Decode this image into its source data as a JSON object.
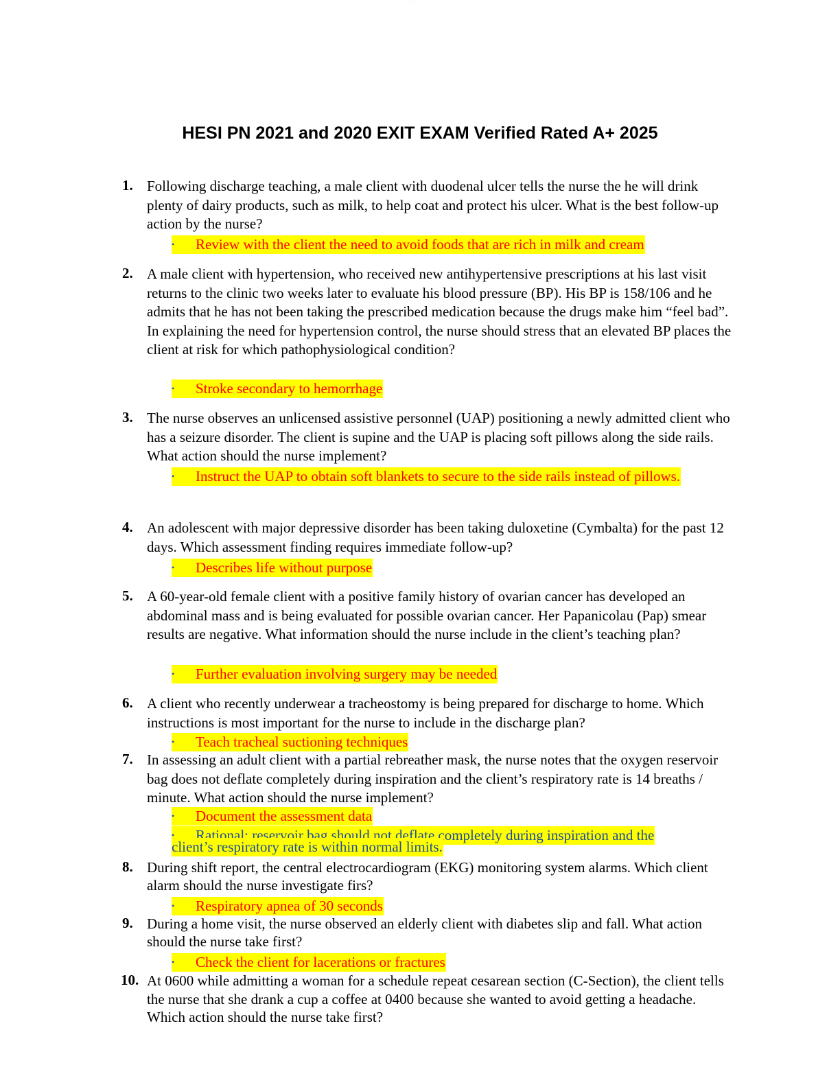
{
  "document": {
    "title": "HESI PN 2021 and 2020 EXIT EXAM Verified Rated A+ 2025",
    "questions": [
      {
        "num": "1.",
        "text": " Following discharge teaching, a male client with duodenal ulcer tells the nurse the he will drink plenty of dairy products, such as milk, to help coat and protect his ulcer. What is the best follow-up action by the nurse?",
        "answer": "Review with the client the need to avoid foods that are rich in milk and cream"
      },
      {
        "num": "2.",
        "text": "A male client with hypertension, who received new antihypertensive prescriptions at his last visit returns to the clinic two weeks later to evaluate his blood pressure (BP). His BP is 158/106 and he admits that he has not been taking the prescribed medication because the drugs make him “feel bad”. In explaining the need for hypertension control, the nurse should stress that an elevated BP places the client at risk for which pathophysiological condition?",
        "answer": "Stroke secondary to hemorrhage"
      },
      {
        "num": "3.",
        "text": "The nurse observes an unlicensed assistive personnel (UAP) positioning a newly admitted client who has a seizure disorder. The client is supine and the UAP is placing soft pillows along the side rails. What action should the nurse implement?",
        "answer": "Instruct the UAP to obtain soft blankets to secure to the side rails instead of pillows."
      },
      {
        "num": "4.",
        "text": "An adolescent with major depressive disorder has been taking duloxetine (Cymbalta) for the past 12 days. Which assessment finding requires immediate follow-up?",
        "answer": "Describes life without purpose"
      },
      {
        "num": "5.",
        "text": "A 60-year-old female client with a positive family history of ovarian cancer has developed an abdominal mass and is being evaluated for possible ovarian cancer. Her Papanicolau (Pap) smear results are negative. What information should the nurse include in the client’s teaching plan?",
        "answer": "Further evaluation involving surgery may be needed"
      },
      {
        "num": "6.",
        "text": "A client who recently underwear a tracheostomy is being prepared for discharge to home. Which instructions is most important for the nurse to include in the discharge plan?",
        "answer": "Teach tracheal suctioning techniques"
      },
      {
        "num": "7.",
        "text": "In assessing an adult client with a partial rebreather mask, the nurse notes that the oxygen reservoir bag does not deflate completely during inspiration and the client’s respiratory rate is 14 breaths / minute. What action should the nurse implement?",
        "answer": "Document the assessment data",
        "rationale": "Rational: reservoir bag should not deflate completely during inspiration and the client’s respiratory rate is within normal limits."
      },
      {
        "num": "8.",
        "text": "During shift report, the central electrocardiogram (EKG) monitoring system alarms. Which client alarm should the nurse investigate firs?",
        "answer": "Respiratory apnea of 30 seconds"
      },
      {
        "num": "9.",
        "text": "During a home visit, the nurse observed an elderly client with diabetes slip and fall. What action should the nurse take first?",
        "answer": "Check the client for lacerations or fractures"
      },
      {
        "num": "10.",
        "text": "At 0600 while admitting a woman for a schedule repeat cesarean section (C-Section), the client tells the nurse that she drank a cup a coffee at 0400 because she wanted to avoid getting a headache. Which action should the nurse take first?"
      }
    ],
    "bullet": "•"
  }
}
